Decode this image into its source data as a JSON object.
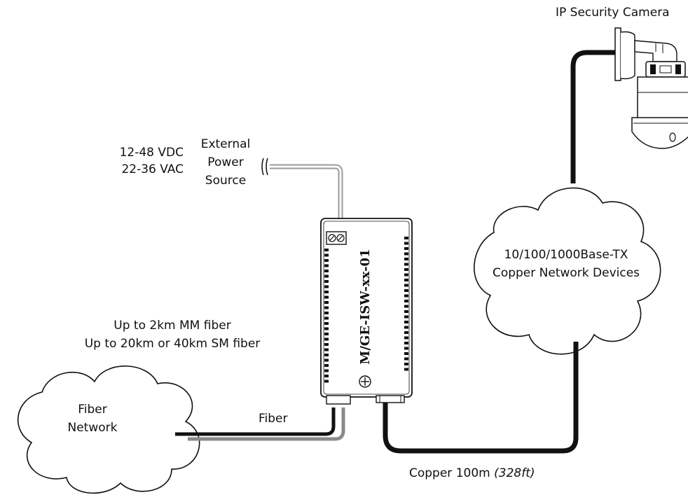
{
  "labels": {
    "camera": "IP Security Camera",
    "voltage_dc": "12-48 VDC",
    "voltage_ac": "22-36 VAC",
    "power_line1": "External",
    "power_line2": "Power",
    "power_line3": "Source",
    "device_model": "M/GE-ISW-xx-01",
    "copper_cloud_line1": "10/100/1000Base-TX",
    "copper_cloud_line2": "Copper Network Devices",
    "fiber_range_line1": "Up to 2km MM fiber",
    "fiber_range_line2": "Up to 20km or 40km SM fiber",
    "fiber_cloud_line1": "Fiber",
    "fiber_cloud_line2": "Network",
    "fiber_cable": "Fiber",
    "copper_cable": "Copper 100m",
    "copper_cable_ft": "(328ft)"
  },
  "icons": {
    "camera": "ptz-dome-camera-icon",
    "power_terminal": "terminal-block-icon",
    "ground": "ground-screw-icon"
  },
  "colors": {
    "cable": "#111111",
    "fiber_secondary": "#8a8a8a",
    "power_wire": "#9a9a9a",
    "outline": "#111111"
  }
}
